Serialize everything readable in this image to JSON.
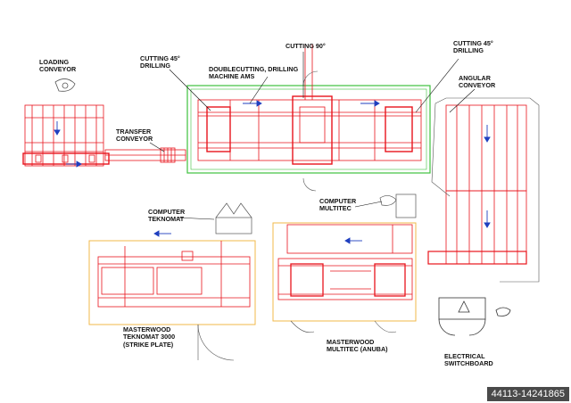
{
  "labels": {
    "loading_conveyor": [
      "LOADING",
      "CONVEYOR"
    ],
    "cutting_45_left": [
      "CUTTING 45°",
      "DRILLING"
    ],
    "cutting_90": [
      "CUTTING 90°"
    ],
    "cutting_45_right": [
      "CUTTING 45°",
      "DRILLING"
    ],
    "doublecutting": [
      "DOUBLECUTTING, DRILLING",
      "MACHINE AMS"
    ],
    "angular_conveyor": [
      "ANGULAR",
      "CONVEYOR"
    ],
    "transfer_conveyor": [
      "TRANSFER",
      "CONVEYOR"
    ],
    "computer_teknomat": [
      "COMPUTER",
      "TEKNOMAT"
    ],
    "computer_multitec": [
      "COMPUTER",
      "MULTITEC"
    ],
    "masterwood_teknomat": [
      "MASTERWOOD",
      "TEKNOMAT 3000",
      "(STRIKE PLATE)"
    ],
    "masterwood_multitec": [
      "MASTERWOOD",
      "MULTITEC (ANUBA)"
    ],
    "electrical_switchboard": [
      "ELECTRICAL",
      "SWITCHBOARD"
    ]
  },
  "listing_id": "44113-14241865",
  "colors": {
    "machine": "#e8141c",
    "guard": "#3ec23e",
    "frame": "#f2b84a",
    "flow_arrow": "#1f3fbf",
    "outline": "#555555"
  }
}
